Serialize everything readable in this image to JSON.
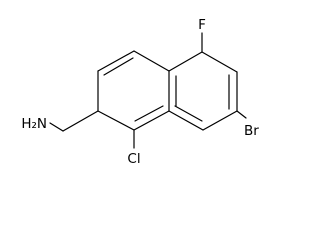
{
  "molecule": {
    "atoms": {
      "fluorine": "F",
      "bromine": "Br",
      "chlorine": "Cl",
      "amine": "H₂N"
    }
  },
  "colors": {
    "bond": "#000000",
    "background": "#ffffff"
  }
}
